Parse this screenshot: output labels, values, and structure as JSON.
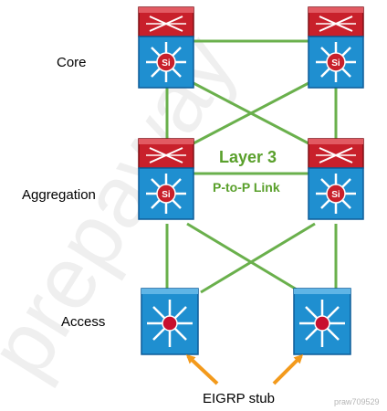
{
  "labels": {
    "core": "Core",
    "aggregation": "Aggregation",
    "access": "Access",
    "layer3": "Layer 3",
    "p2p": "P-to-P Link",
    "eigrp_stub": "EIGRP stub"
  },
  "watermark": {
    "big": "prepaway",
    "small": "praw709529"
  },
  "colors": {
    "link": "#6ab04c",
    "switch_body": "#1f8fd0",
    "switch_edge": "#0d5c99",
    "router_body": "#c8202b",
    "router_edge": "#7d0f15",
    "access_center": "#c8102e",
    "arrow": "#f39a1c",
    "annotation": "#5aa02c"
  },
  "icons": {
    "core_left": "layer3-switch-icon",
    "core_right": "layer3-switch-icon",
    "agg_left": "layer3-switch-icon",
    "agg_right": "layer3-switch-icon",
    "access_left": "access-switch-icon",
    "access_right": "access-switch-icon"
  },
  "devices": {
    "si_label": "Si"
  }
}
